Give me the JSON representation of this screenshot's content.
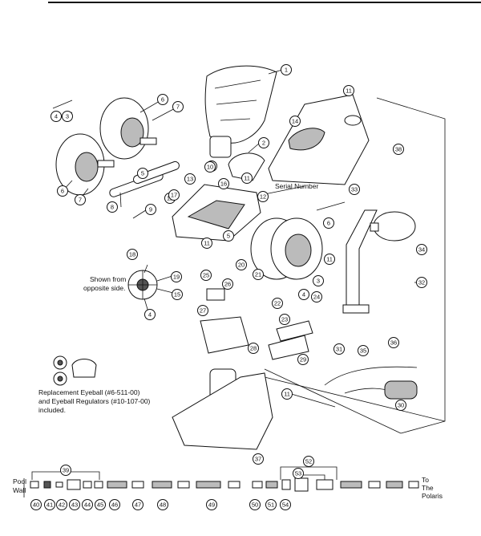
{
  "notes": {
    "shown_from": [
      "Shown from",
      "opposite side."
    ],
    "replacement": [
      "Replacement Eyeball (#6-511-00)",
      "and Eyeball Regulators (#10-107-00)",
      "included."
    ],
    "serial_number": "Serial Number",
    "pool_wall": [
      "Pool",
      "Wall"
    ],
    "to_polaris": [
      "To",
      "The",
      "Polaris"
    ]
  },
  "callouts": [
    "1",
    "2",
    "3",
    "4",
    "5",
    "6",
    "7",
    "8",
    "9",
    "10",
    "11",
    "12",
    "13",
    "14",
    "15",
    "16",
    "17",
    "18",
    "19",
    "20",
    "21",
    "22",
    "23",
    "24",
    "25",
    "26",
    "27",
    "28",
    "29",
    "30",
    "31",
    "32",
    "33",
    "34",
    "35",
    "36",
    "37",
    "38",
    "39",
    "40",
    "41",
    "42",
    "43",
    "44",
    "45",
    "46",
    "47",
    "48",
    "49",
    "50",
    "51",
    "52",
    "53",
    "54"
  ]
}
